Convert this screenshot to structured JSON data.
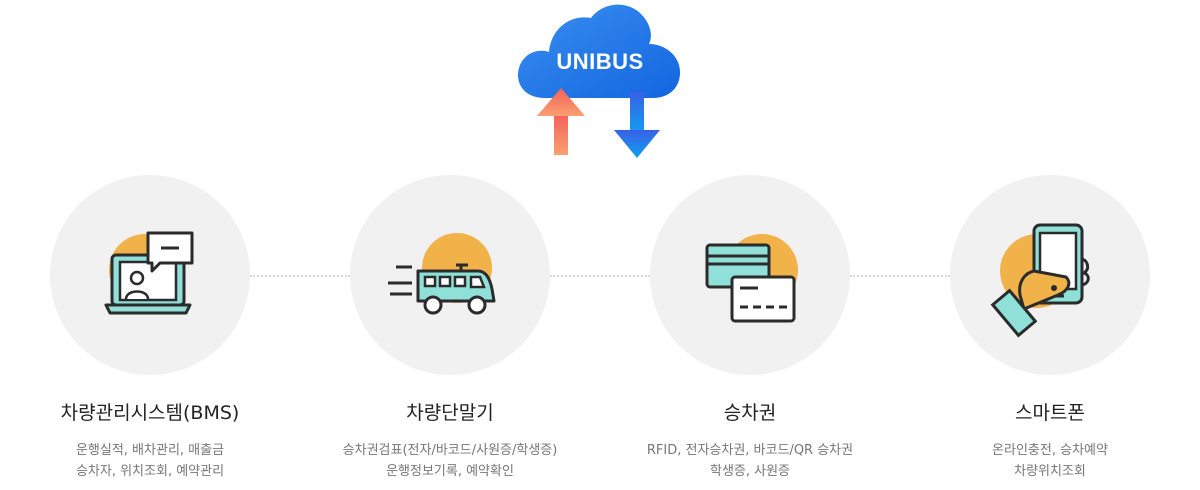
{
  "cloud": {
    "label": "UNIBUS"
  },
  "colors": {
    "cloud_start": "#2b8cf0",
    "cloud_end": "#1a6fe0",
    "arrow_up": "#f58262",
    "arrow_down": "#1a7be8",
    "circle_bg": "#f1f1f1",
    "accent_orange": "#f2b24a",
    "icon_mint": "#8fe0d8",
    "icon_stroke": "#2b2b2b"
  },
  "nodes": [
    {
      "icon": "laptop-chat-icon",
      "title": "차량관리시스템(BMS)",
      "desc": [
        "운행실적, 배차관리, 매출금",
        "승차자, 위치조회, 예약관리"
      ]
    },
    {
      "icon": "bus-icon",
      "title": "차량단말기",
      "desc": [
        "승차권검표(전자/바코드/사원증/학생증)",
        "운행정보기록, 예약확인"
      ]
    },
    {
      "icon": "card-ticket-icon",
      "title": "승차권",
      "desc": [
        "RFID, 전자승차권, 바코드/QR 승차권",
        "학생증, 사원증"
      ]
    },
    {
      "icon": "smartphone-hand-icon",
      "title": "스마트폰",
      "desc": [
        "온라인충전, 승차예약",
        "차량위치조회"
      ]
    }
  ]
}
